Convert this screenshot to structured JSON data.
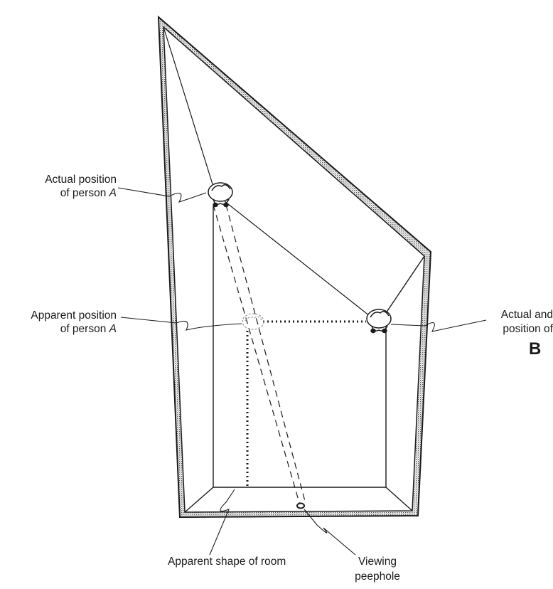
{
  "labels": {
    "actual_a_line1": "Actual position",
    "actual_a_line2": "of person",
    "actual_a_var": "A",
    "apparent_a_line1": "Apparent position",
    "apparent_a_line2": "of person",
    "apparent_a_var": "A",
    "actual_b_line1": "Actual and",
    "actual_b_line2": "position of",
    "actual_b_var": "B",
    "apparent_room": "Apparent shape of room",
    "peephole_line1": "Viewing",
    "peephole_line2": "peephole"
  },
  "colors": {
    "ink": "#1a1a1a",
    "wall_fill": "#bdbdbd",
    "faded": "#888888"
  }
}
